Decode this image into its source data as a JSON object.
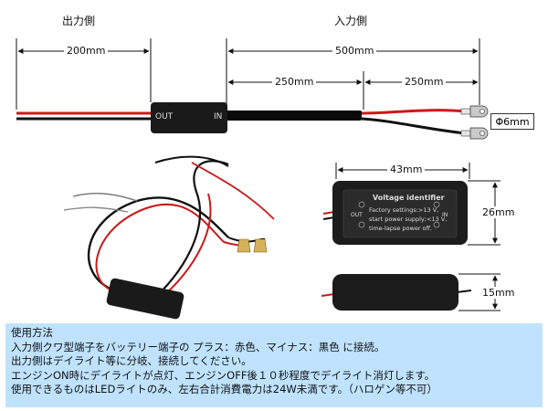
{
  "labels": {
    "output_side": "出力側",
    "input_side": "入力側",
    "dim_200": "200mm",
    "dim_500": "500mm",
    "dim_250_a": "250mm",
    "dim_250_b": "250mm",
    "dim_43": "43mm",
    "dim_26": "26mm",
    "dim_15": "15mm",
    "phi": "Φ6mm",
    "box_out": "OUT",
    "box_in": "IN"
  },
  "module_face": {
    "title": "Voltage identifier",
    "line1": "Factory settings:>13 V,",
    "line2": "start power supply;<13 V,",
    "line3": "time-lapse power off.",
    "out": "OUT",
    "in": "IN"
  },
  "usage": {
    "title": "使用方法",
    "line1": "入力側クワ型端子をバッテリー端子の プラス：赤色、マイナス：黒色 に接続。",
    "line2": "出力側はデイライト等に分岐、接続してください。",
    "line3": "エンジンON時にデイライトが点灯、エンジンOFF後１０秒程度でデイライト消灯します。",
    "line4": "使用できるものはLEDライトのみ、左右合計消費電力は24W未満です。（ハロゲン等不可）"
  },
  "colors": {
    "usage_bg": "#bfe3ff",
    "wire_red": "#d01818",
    "wire_black": "#111111",
    "module_black": "#1a1a1a"
  }
}
